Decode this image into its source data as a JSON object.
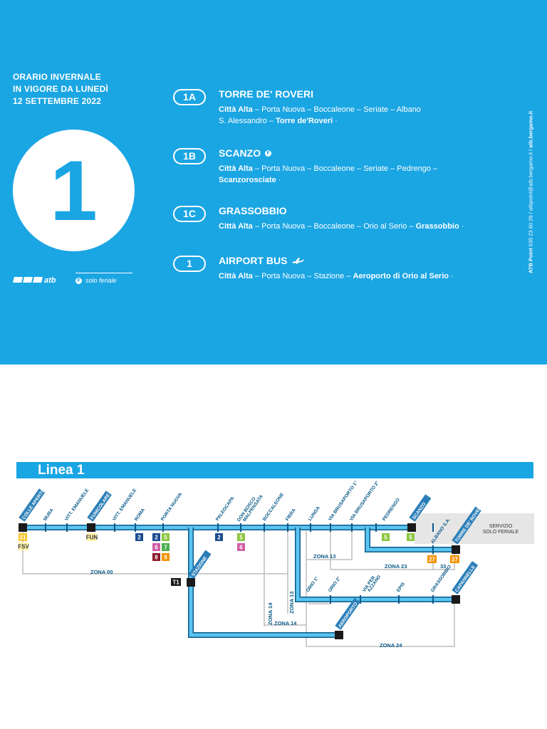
{
  "schedule": {
    "lines": [
      "ORARIO INVERNALE",
      "IN VIGORE DA LUNEDÌ",
      "12 SETTEMBRE 2022"
    ]
  },
  "line_number": "1",
  "logo_text": "atb",
  "legend": {
    "badge": "F",
    "label": "solo feriale"
  },
  "routes": [
    {
      "badge": "1A",
      "title": "TORRE DE' ROVERI",
      "desc_parts": [
        {
          "t": "Città Alta",
          "b": true
        },
        {
          "t": " – Porta Nuova – Boccaleone – Seriate – Albano",
          "b": false
        },
        {
          "t": "\nS. Alessandro – ",
          "b": false
        },
        {
          "t": "Torre de'Roveri",
          "b": true
        },
        {
          "t": " ·",
          "b": false
        }
      ]
    },
    {
      "badge": "1B",
      "title": "SCANZO",
      "feriale": true,
      "desc_parts": [
        {
          "t": "Città Alta",
          "b": true
        },
        {
          "t": " – Porta Nuova – Boccaleone – Seriate – Pedrengo –",
          "b": false
        },
        {
          "t": "\n",
          "b": false
        },
        {
          "t": "Scanzorosciate",
          "b": true
        },
        {
          "t": " ·",
          "b": false
        }
      ]
    },
    {
      "badge": "1C",
      "title": "GRASSOBBIO",
      "desc_parts": [
        {
          "t": "Città Alta",
          "b": true
        },
        {
          "t": " – Porta Nuova – Boccaleone – Orio al Serio – ",
          "b": false
        },
        {
          "t": "Grassobbio",
          "b": true
        },
        {
          "t": " ·",
          "b": false
        }
      ]
    },
    {
      "badge": "1",
      "title": "AIRPORT BUS",
      "plane": true,
      "desc_parts": [
        {
          "t": "Città Alta",
          "b": true
        },
        {
          "t": " – Porta Nuova – Stazione – ",
          "b": false
        },
        {
          "t": "Aeroporto di Orio al Serio",
          "b": true
        },
        {
          "t": " ·",
          "b": false
        }
      ]
    }
  ],
  "side_info": {
    "bold1": "ATB Point",
    "phone": " 035 23 60 26  /  atbpoint@atb.bergamo.it  /  ",
    "bold2": "atb.bergamo.it"
  },
  "map": {
    "title": "Linea 1",
    "stops": {
      "colle_aperto": "COLLE APERTO",
      "mura": "MURA",
      "vitt_emanuele_1": "VITT. EMANUELE",
      "funicolare": "FUNICOLARE",
      "vitt_emanuele_2": "VITT. EMANUELE",
      "roma": "ROMA",
      "porta_nuova": "PORTA NUOVA",
      "paleocapa": "PALEOCAPA",
      "don_bosco": "DON BOSCO",
      "malpensata": "MALPENSATA",
      "boccaleone": "BOCCALEONE",
      "fiera": "FIERA",
      "lunga": "LUNGA",
      "via_brusaporto_1": "VIA BRUSAPORTO 1°",
      "via_brusaporto_2": "VIA BRUSAPORTO 2°",
      "pedrengo": "PEDRENGO",
      "scanzo": "SCANZO",
      "torre_de_roveri": "TORRE DE' ROVERI",
      "albano": "ALBANO S.A.",
      "stazione": "STAZIONE",
      "aeroporto": "AEROPORTO",
      "orio_1": "ORIO 1°",
      "orio_2": "ORIO 2°",
      "via_per_azzano_1": "VIA PER",
      "via_per_azzano_2": "AZZANO",
      "epis": "EPIS",
      "grassobbio": "GRASSOBBIO",
      "capannelle": "CAPANNELLE"
    },
    "zones": {
      "z00": "ZONA 00",
      "z13a": "ZONA 13",
      "z13b": "ZONA 13",
      "z14a": "ZONA 14",
      "z14b": "ZONA 14",
      "z23": "ZONA 23",
      "z24": "ZONA 24"
    },
    "zone_num_33": "33",
    "servizio": [
      "SERVIZIO",
      "SOLO FERIALE"
    ],
    "badges": {
      "colle_21": "21",
      "colle_fsv": "FSV",
      "fun": "FUN",
      "roma_2": "2",
      "pn_2": "2",
      "pn_5": "5",
      "pn_6": "6",
      "pn_7": "7",
      "pn_8": "8",
      "pn_9": "9",
      "pal_2": "2",
      "db_5": "5",
      "db_6": "6",
      "ped_5": "5",
      "sca_5": "5",
      "alb_27": "27",
      "tdr_27": "27",
      "t1": "T1"
    },
    "colors": {
      "line_fill": "#5bc4f1",
      "line_edge": "#0a5a88",
      "blue": "#1a4d8f",
      "green": "#8cc63f",
      "pink": "#d05ca4",
      "red": "#e2232a",
      "brown": "#8b1a2b",
      "orange": "#f39200",
      "yellow": "#f9c32b",
      "light_yellow": "#fff2a8",
      "grey": "#bdbdbd"
    }
  }
}
